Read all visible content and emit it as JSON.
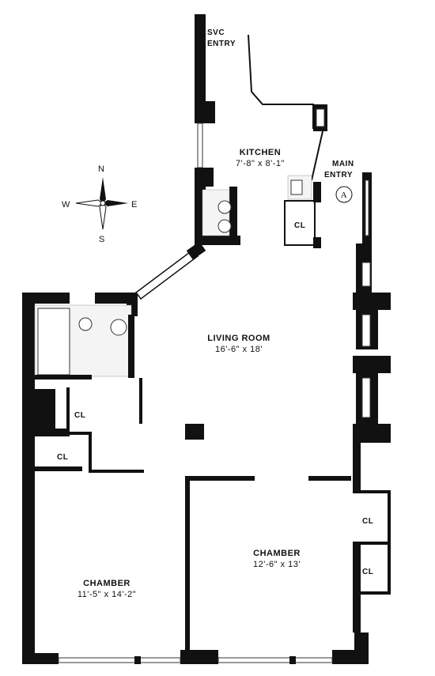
{
  "rooms": {
    "svc_entry": {
      "line1": "SVC",
      "line2": "ENTRY"
    },
    "kitchen": {
      "name": "KITCHEN",
      "dims": "7'-8\" x 8'-1\""
    },
    "main_entry": {
      "line1": "MAIN",
      "line2": "ENTRY"
    },
    "entry_marker": "A",
    "living_room": {
      "name": "LIVING ROOM",
      "dims": "16'-6\" x 18'"
    },
    "chamber_left": {
      "name": "CHAMBER",
      "dims": "11'-5\" x 14'-2\""
    },
    "chamber_right": {
      "name": "CHAMBER",
      "dims": "12'-6\" x 13'"
    },
    "closet_label": "CL"
  },
  "compass": {
    "north": "N",
    "south": "S",
    "east": "E",
    "west": "W"
  }
}
